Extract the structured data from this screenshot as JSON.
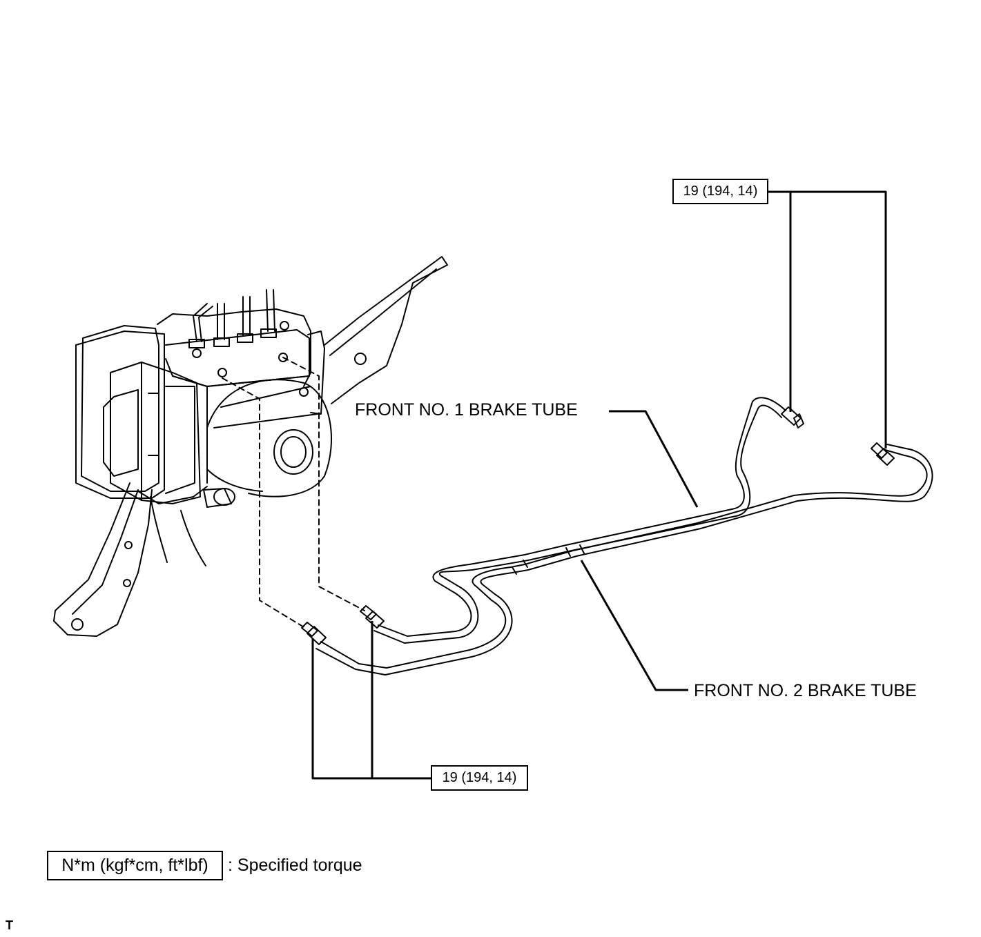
{
  "labels": {
    "front_no1": "FRONT NO. 1 BRAKE TUBE",
    "front_no2": "FRONT NO. 2 BRAKE TUBE"
  },
  "torque": {
    "top": "19 (194, 14)",
    "bottom": "19 (194, 14)"
  },
  "legend": {
    "unit": "N*m (kgf*cm, ft*lbf)",
    "text": ": Specified torque"
  },
  "corner_mark": "T"
}
